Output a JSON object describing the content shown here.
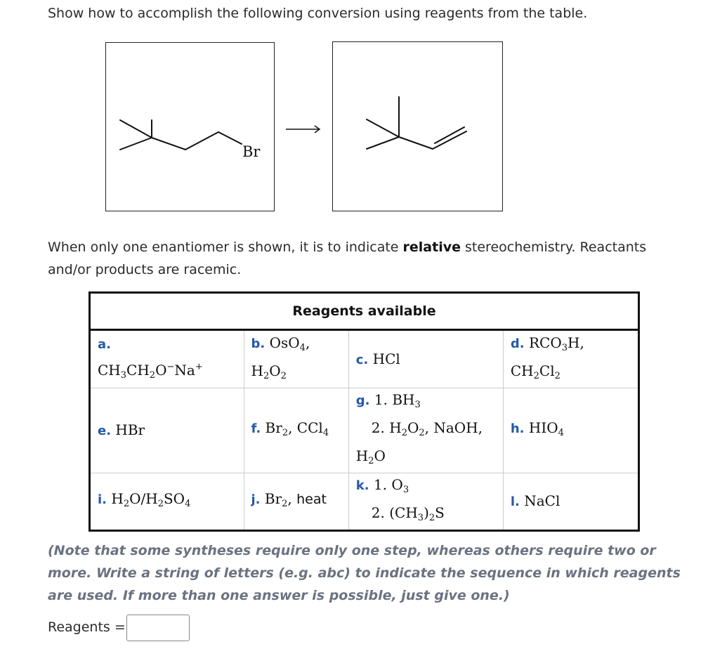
{
  "question": "Show how to accomplish the following conversion using reagents from the table.",
  "reactant": {
    "atom_label": "Br"
  },
  "stereo_note": {
    "prefix": "When only one enantiomer is shown, it is to indicate ",
    "bold": "relative",
    "suffix": " stereochemistry. Reactants and/or products are racemic."
  },
  "table": {
    "header": "Reagents available",
    "rows": [
      [
        {
          "label": "a.",
          "parts": [
            {
              "t": ""
            },
            {
              "t": "CH"
            },
            {
              "sub": "3"
            },
            {
              "t": "CH"
            },
            {
              "sub": "2"
            },
            {
              "t": "O"
            },
            {
              "sup": "−"
            },
            {
              "t": "Na"
            },
            {
              "sup": "+"
            }
          ]
        },
        {
          "label": "b.",
          "parts": [
            {
              "t": " OsO"
            },
            {
              "sub": "4"
            },
            {
              "t": ","
            },
            {
              "br": true
            },
            {
              "t": "H"
            },
            {
              "sub": "2"
            },
            {
              "t": "O"
            },
            {
              "sub": "2"
            }
          ]
        },
        {
          "label": "c.",
          "parts": [
            {
              "t": " HCl"
            }
          ]
        },
        {
          "label": "d.",
          "parts": [
            {
              "t": " RCO"
            },
            {
              "sub": "3"
            },
            {
              "t": "H,"
            },
            {
              "br": true
            },
            {
              "t": "CH"
            },
            {
              "sub": "2"
            },
            {
              "t": "Cl"
            },
            {
              "sub": "2"
            }
          ]
        }
      ],
      [
        {
          "label": "e.",
          "parts": [
            {
              "t": " HBr"
            }
          ]
        },
        {
          "label": "f.",
          "parts": [
            {
              "t": " Br"
            },
            {
              "sub": "2"
            },
            {
              "t": ", CCl"
            },
            {
              "sub": "4"
            }
          ]
        },
        {
          "label": "g.",
          "parts": [
            {
              "t": " 1. BH"
            },
            {
              "sub": "3"
            },
            {
              "br": true,
              "indent": true
            },
            {
              "t": "2. H"
            },
            {
              "sub": "2"
            },
            {
              "t": "O"
            },
            {
              "sub": "2"
            },
            {
              "t": ", NaOH,"
            },
            {
              "br": true
            },
            {
              "t": "H"
            },
            {
              "sub": "2"
            },
            {
              "t": "O"
            }
          ]
        },
        {
          "label": "h.",
          "parts": [
            {
              "t": " HIO"
            },
            {
              "sub": "4"
            }
          ]
        }
      ],
      [
        {
          "label": "i.",
          "parts": [
            {
              "t": " H"
            },
            {
              "sub": "2"
            },
            {
              "t": "O/H"
            },
            {
              "sub": "2"
            },
            {
              "t": "SO"
            },
            {
              "sub": "4"
            }
          ]
        },
        {
          "label": "j.",
          "parts": [
            {
              "t": " Br"
            },
            {
              "sub": "2"
            },
            {
              "t": ", "
            },
            {
              "sans": "heat"
            }
          ]
        },
        {
          "label": "k.",
          "parts": [
            {
              "t": " 1. O"
            },
            {
              "sub": "3"
            },
            {
              "br": true,
              "indent": true
            },
            {
              "t": "2. (CH"
            },
            {
              "sub": "3"
            },
            {
              "t": ")"
            },
            {
              "sub": "2"
            },
            {
              "t": "S"
            }
          ]
        },
        {
          "label": "l.",
          "parts": [
            {
              "t": " NaCl"
            }
          ]
        }
      ]
    ]
  },
  "footnote": "(Note that some syntheses require only one step, whereas others require two or more. Write a string of letters (e.g. abc) to indicate the sequence in which reagents are used. If more than one answer is possible, just give one.)",
  "answer": {
    "label": "Reagents =",
    "value": ""
  }
}
